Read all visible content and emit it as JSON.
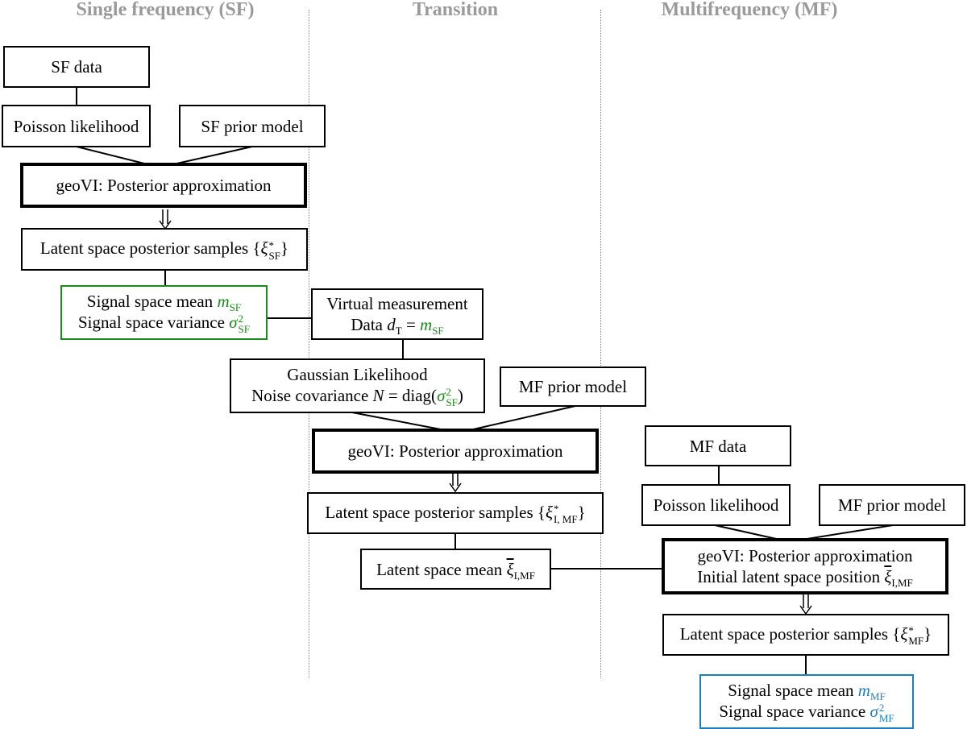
{
  "headers": {
    "sf": "Single frequency (SF)",
    "transition": "Transition",
    "mf": "Multifrequency (MF)"
  },
  "sf": {
    "data": "SF data",
    "likelihood": "Poisson likelihood",
    "prior": "SF prior model",
    "geovi": "geoVI: Posterior approximation",
    "samples": {
      "text": "Latent space posterior samples {",
      "sym": "ξ",
      "sup": "*",
      "sub": "SF",
      "close": "}"
    },
    "signal": {
      "mean_text": "Signal space mean ",
      "mean_sym": "m",
      "mean_sub": "SF",
      "var_text": "Signal space variance ",
      "var_sym": "σ",
      "var_sup": "2",
      "var_sub": "SF",
      "color": "#1d8a1d"
    }
  },
  "transition": {
    "virtual": {
      "line1": "Virtual measurement",
      "line2_text": "Data ",
      "d_sym": "d",
      "d_sub": "T",
      "eq": " = ",
      "m_sym": "m",
      "m_sub": "SF"
    },
    "gaussian": {
      "line1": "Gaussian Likelihood",
      "line2_text": "Noise covariance ",
      "n_sym": "N",
      "eq": " = diag(",
      "s_sym": "σ",
      "s_sup": "2",
      "s_sub": "SF",
      "close": ")"
    },
    "prior": "MF prior model",
    "geovi": "geoVI: Posterior approximation",
    "samples": {
      "text": "Latent space posterior samples {",
      "sym": "ξ",
      "sup": "*",
      "sub": "I, MF",
      "close": "}"
    },
    "mean": {
      "text": "Latent space mean ",
      "sym": "ξ",
      "sub": "I,MF"
    }
  },
  "mf": {
    "data": "MF data",
    "likelihood": "Poisson likelihood",
    "prior": "MF prior model",
    "geovi": {
      "line1": "geoVI: Posterior approximation",
      "line2_text": "Initial latent space position ",
      "sym": "ξ",
      "sub": "I,MF"
    },
    "samples": {
      "text": "Latent space posterior samples {",
      "sym": "ξ",
      "sup": "*",
      "sub": "MF",
      "close": "}"
    },
    "signal": {
      "mean_text": "Signal space mean ",
      "mean_sym": "m",
      "mean_sub": "MF",
      "var_text": "Signal space variance ",
      "var_sym": "σ",
      "var_sup": "2",
      "var_sub": "MF",
      "color": "#1a7fc4"
    }
  }
}
